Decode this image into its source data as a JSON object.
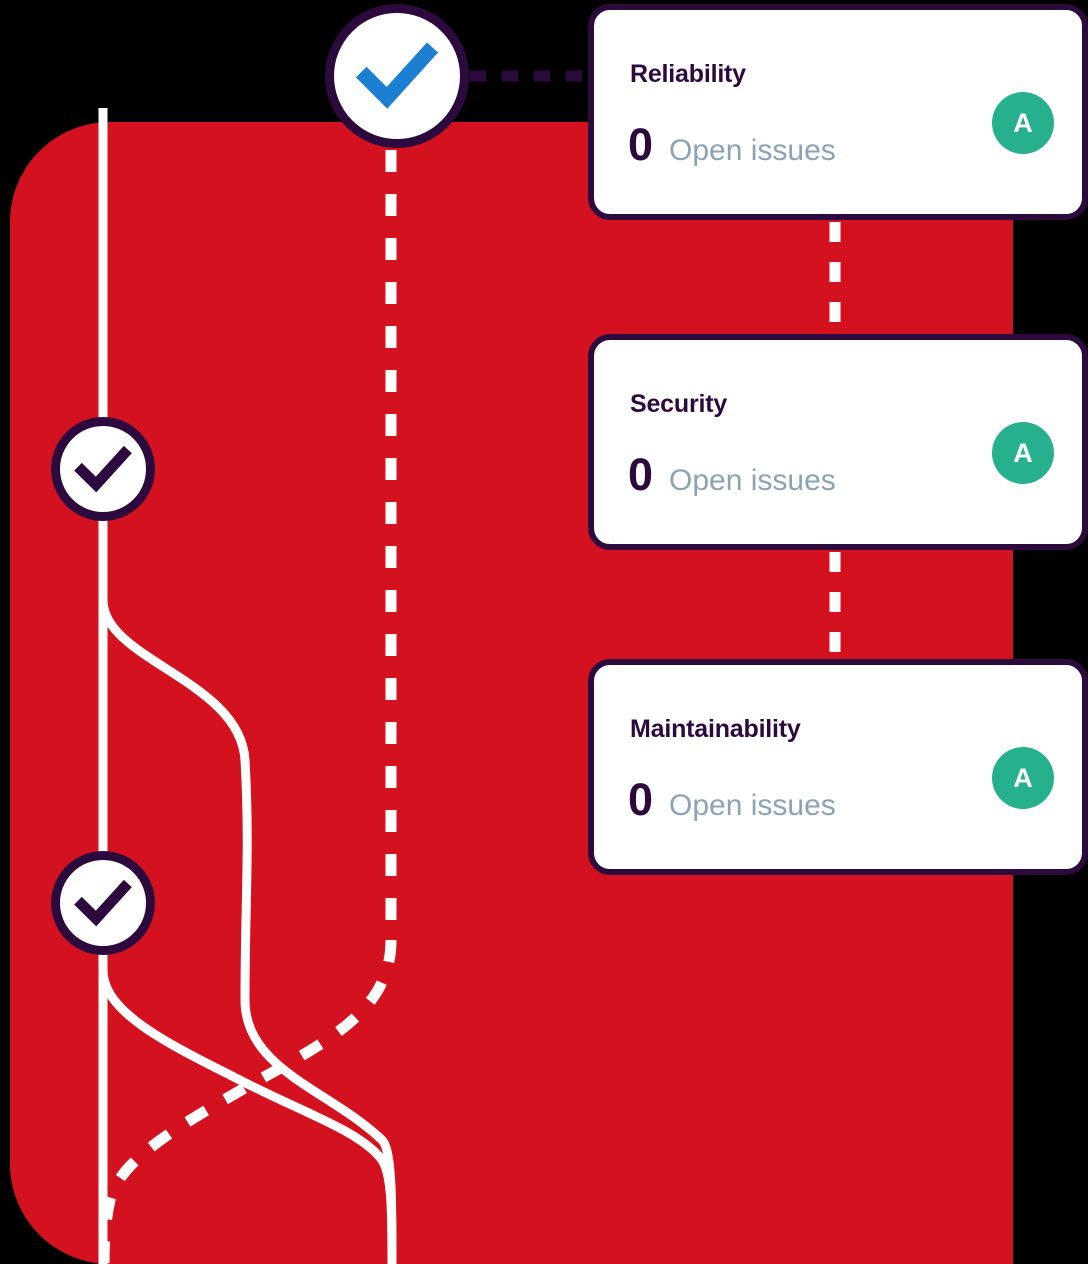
{
  "theme": {
    "panel_red": "#D4121F",
    "ink_purple": "#2D0A3E",
    "grade_green": "#26B08D",
    "muted_label": "#8CA2B5",
    "check_blue": "#1D7FD1",
    "card_white": "#FFFFFF",
    "backdrop": "#000000"
  },
  "pipeline": {
    "name": "quality-gate-pipeline",
    "nodes": [
      {
        "id": "gate-passed-top",
        "icon": "check-icon",
        "state": "passed",
        "check_color": "#1D7FD1"
      },
      {
        "id": "gate-passed-middle",
        "icon": "check-icon",
        "state": "passed",
        "check_color": "#2D0A3E"
      },
      {
        "id": "gate-passed-bottom",
        "icon": "check-icon",
        "state": "passed",
        "check_color": "#2D0A3E"
      }
    ]
  },
  "cards": [
    {
      "id": "reliability",
      "title": "Reliability",
      "metric_value": "0",
      "metric_label": "Open issues",
      "grade": "A",
      "grade_color": "#26B08D"
    },
    {
      "id": "security",
      "title": "Security",
      "metric_value": "0",
      "metric_label": "Open issues",
      "grade": "A",
      "grade_color": "#26B08D"
    },
    {
      "id": "maintainability",
      "title": "Maintainability",
      "metric_value": "0",
      "metric_label": "Open issues",
      "grade": "A",
      "grade_color": "#26B08D"
    }
  ]
}
